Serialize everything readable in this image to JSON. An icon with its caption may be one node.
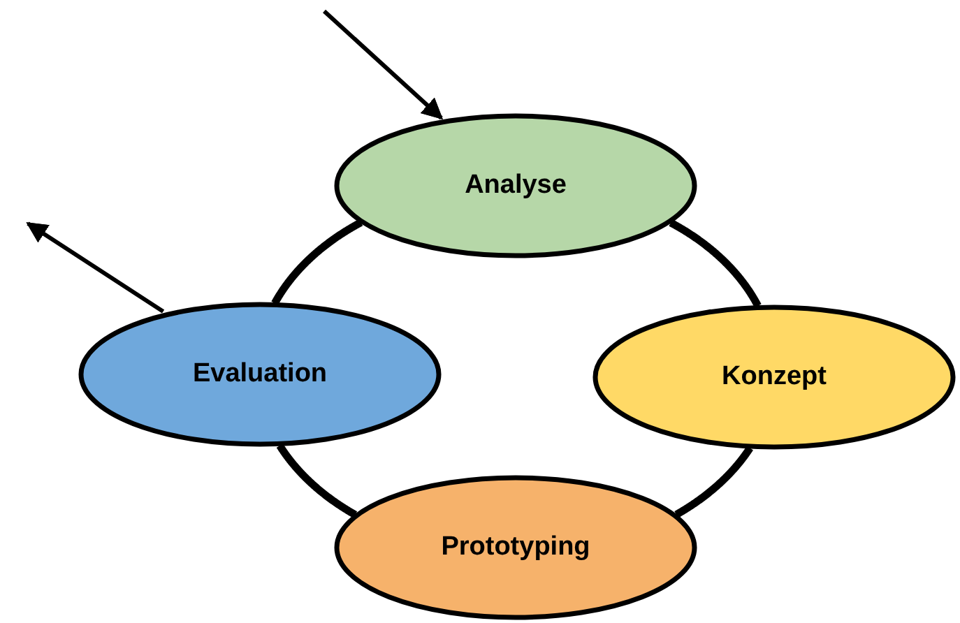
{
  "diagram": {
    "nodes": [
      {
        "text": [
          "Analyse"
        ]
      },
      {
        "text": [
          "Konzept"
        ]
      },
      {
        "text": [
          "Prototyping"
        ]
      },
      {
        "text": [
          "Evaluation"
        ]
      }
    ],
    "edges": [
      {
        "from": 0,
        "to": 1,
        "arrow": "none"
      },
      {
        "from": 1,
        "to": 2,
        "arrow": "none"
      },
      {
        "from": 2,
        "to": 3,
        "arrow": "none"
      },
      {
        "from": 3,
        "to": 0,
        "arrow": "none"
      },
      {
        "from": null,
        "to": 0,
        "arrow": "to"
      },
      {
        "from": 3,
        "to": null,
        "arrow": "to"
      }
    ]
  }
}
